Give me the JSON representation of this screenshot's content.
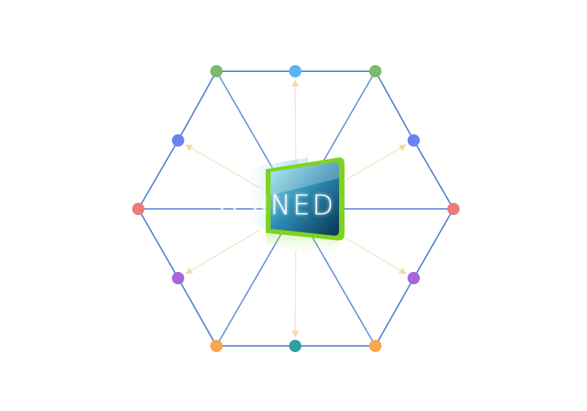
{
  "diagram": {
    "center_label": "HSINED",
    "colors": {
      "edge": "#4f7fcf",
      "arrow": "#f6e4c4",
      "phone_body": "#7ed321",
      "phone_screen_top": "#7fd8e8",
      "phone_screen_bottom": "#0c4a70",
      "text_glow": "#ffffff"
    },
    "nodes": [
      {
        "id": "top-left-vertex",
        "color": "#7cb96a",
        "icon": "circle-node"
      },
      {
        "id": "top-mid",
        "color": "#5ab3f5",
        "icon": "circle-node"
      },
      {
        "id": "top-right-vertex",
        "color": "#7cb96a",
        "icon": "circle-node"
      },
      {
        "id": "upper-right-mid",
        "color": "#6c82f2",
        "icon": "circle-node"
      },
      {
        "id": "right-vertex",
        "color": "#ef7a7a",
        "icon": "circle-node"
      },
      {
        "id": "lower-right-mid",
        "color": "#a866d6",
        "icon": "circle-node"
      },
      {
        "id": "bottom-right-vertex",
        "color": "#f7a750",
        "icon": "circle-node"
      },
      {
        "id": "bottom-mid",
        "color": "#2ea0a6",
        "icon": "circle-node"
      },
      {
        "id": "bottom-left-vertex",
        "color": "#f7a750",
        "icon": "circle-node"
      },
      {
        "id": "lower-left-mid",
        "color": "#a866d6",
        "icon": "circle-node"
      },
      {
        "id": "left-vertex",
        "color": "#ef7a7a",
        "icon": "circle-node"
      },
      {
        "id": "upper-left-mid",
        "color": "#6c82f2",
        "icon": "circle-node"
      }
    ]
  }
}
